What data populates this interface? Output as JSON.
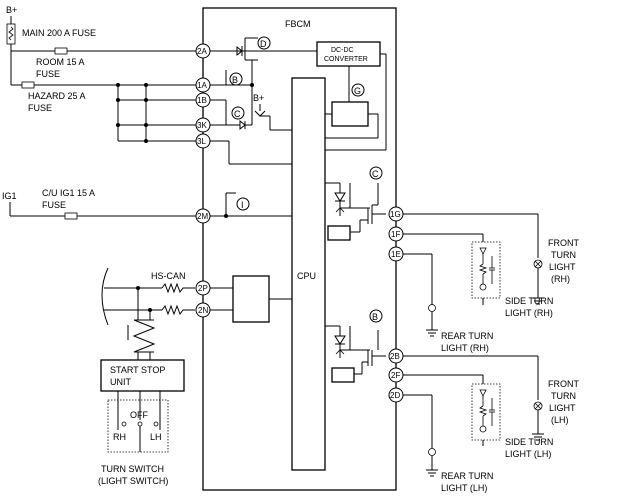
{
  "module": {
    "title": "FBCM",
    "cpu": "CPU",
    "dcdc_line1": "DC-DC",
    "dcdc_line2": "CONVERTER",
    "bplus_inner": "B+"
  },
  "supply": {
    "bplus": "B+",
    "ig1": "IG1",
    "main_fuse": "MAIN 200 A FUSE",
    "room_fuse_l1": "ROOM 15 A",
    "room_fuse_l2": "FUSE",
    "hazard_fuse_l1": "HAZARD 25 A",
    "hazard_fuse_l2": "FUSE",
    "cu_fuse_l1": "C/U IG1 15 A",
    "cu_fuse_l2": "FUSE"
  },
  "pins": {
    "p2A": "2A",
    "p1A": "1A",
    "p1B": "1B",
    "p3K": "3K",
    "p3L": "3L",
    "p2M": "2M",
    "p2P": "2P",
    "p2N": "2N",
    "p1G": "1G",
    "p1F": "1F",
    "p1E": "1E",
    "p2B": "2B",
    "p2F": "2F",
    "p2D": "2D"
  },
  "markers": {
    "D": "D",
    "B": "B",
    "C": "C",
    "G": "G",
    "I": "I"
  },
  "can": {
    "label": "HS-CAN"
  },
  "start_stop": {
    "line1": "START STOP",
    "line2": "UNIT"
  },
  "turn_switch": {
    "off": "OFF",
    "rh": "RH",
    "lh": "LH",
    "caption1": "TURN SWITCH",
    "caption2": "(LIGHT SWITCH)"
  },
  "lamps": {
    "front_rh": [
      "FRONT",
      "TURN",
      "LIGHT",
      "(RH)"
    ],
    "side_rh": [
      "SIDE TURN",
      "LIGHT (RH)"
    ],
    "rear_rh": [
      "REAR TURN",
      "LIGHT (RH)"
    ],
    "front_lh": [
      "FRONT",
      "TURN",
      "LIGHT",
      "(LH)"
    ],
    "side_lh": [
      "SIDE TURN",
      "LIGHT (LH)"
    ],
    "rear_lh": [
      "REAR TURN",
      "LIGHT (LH)"
    ]
  }
}
